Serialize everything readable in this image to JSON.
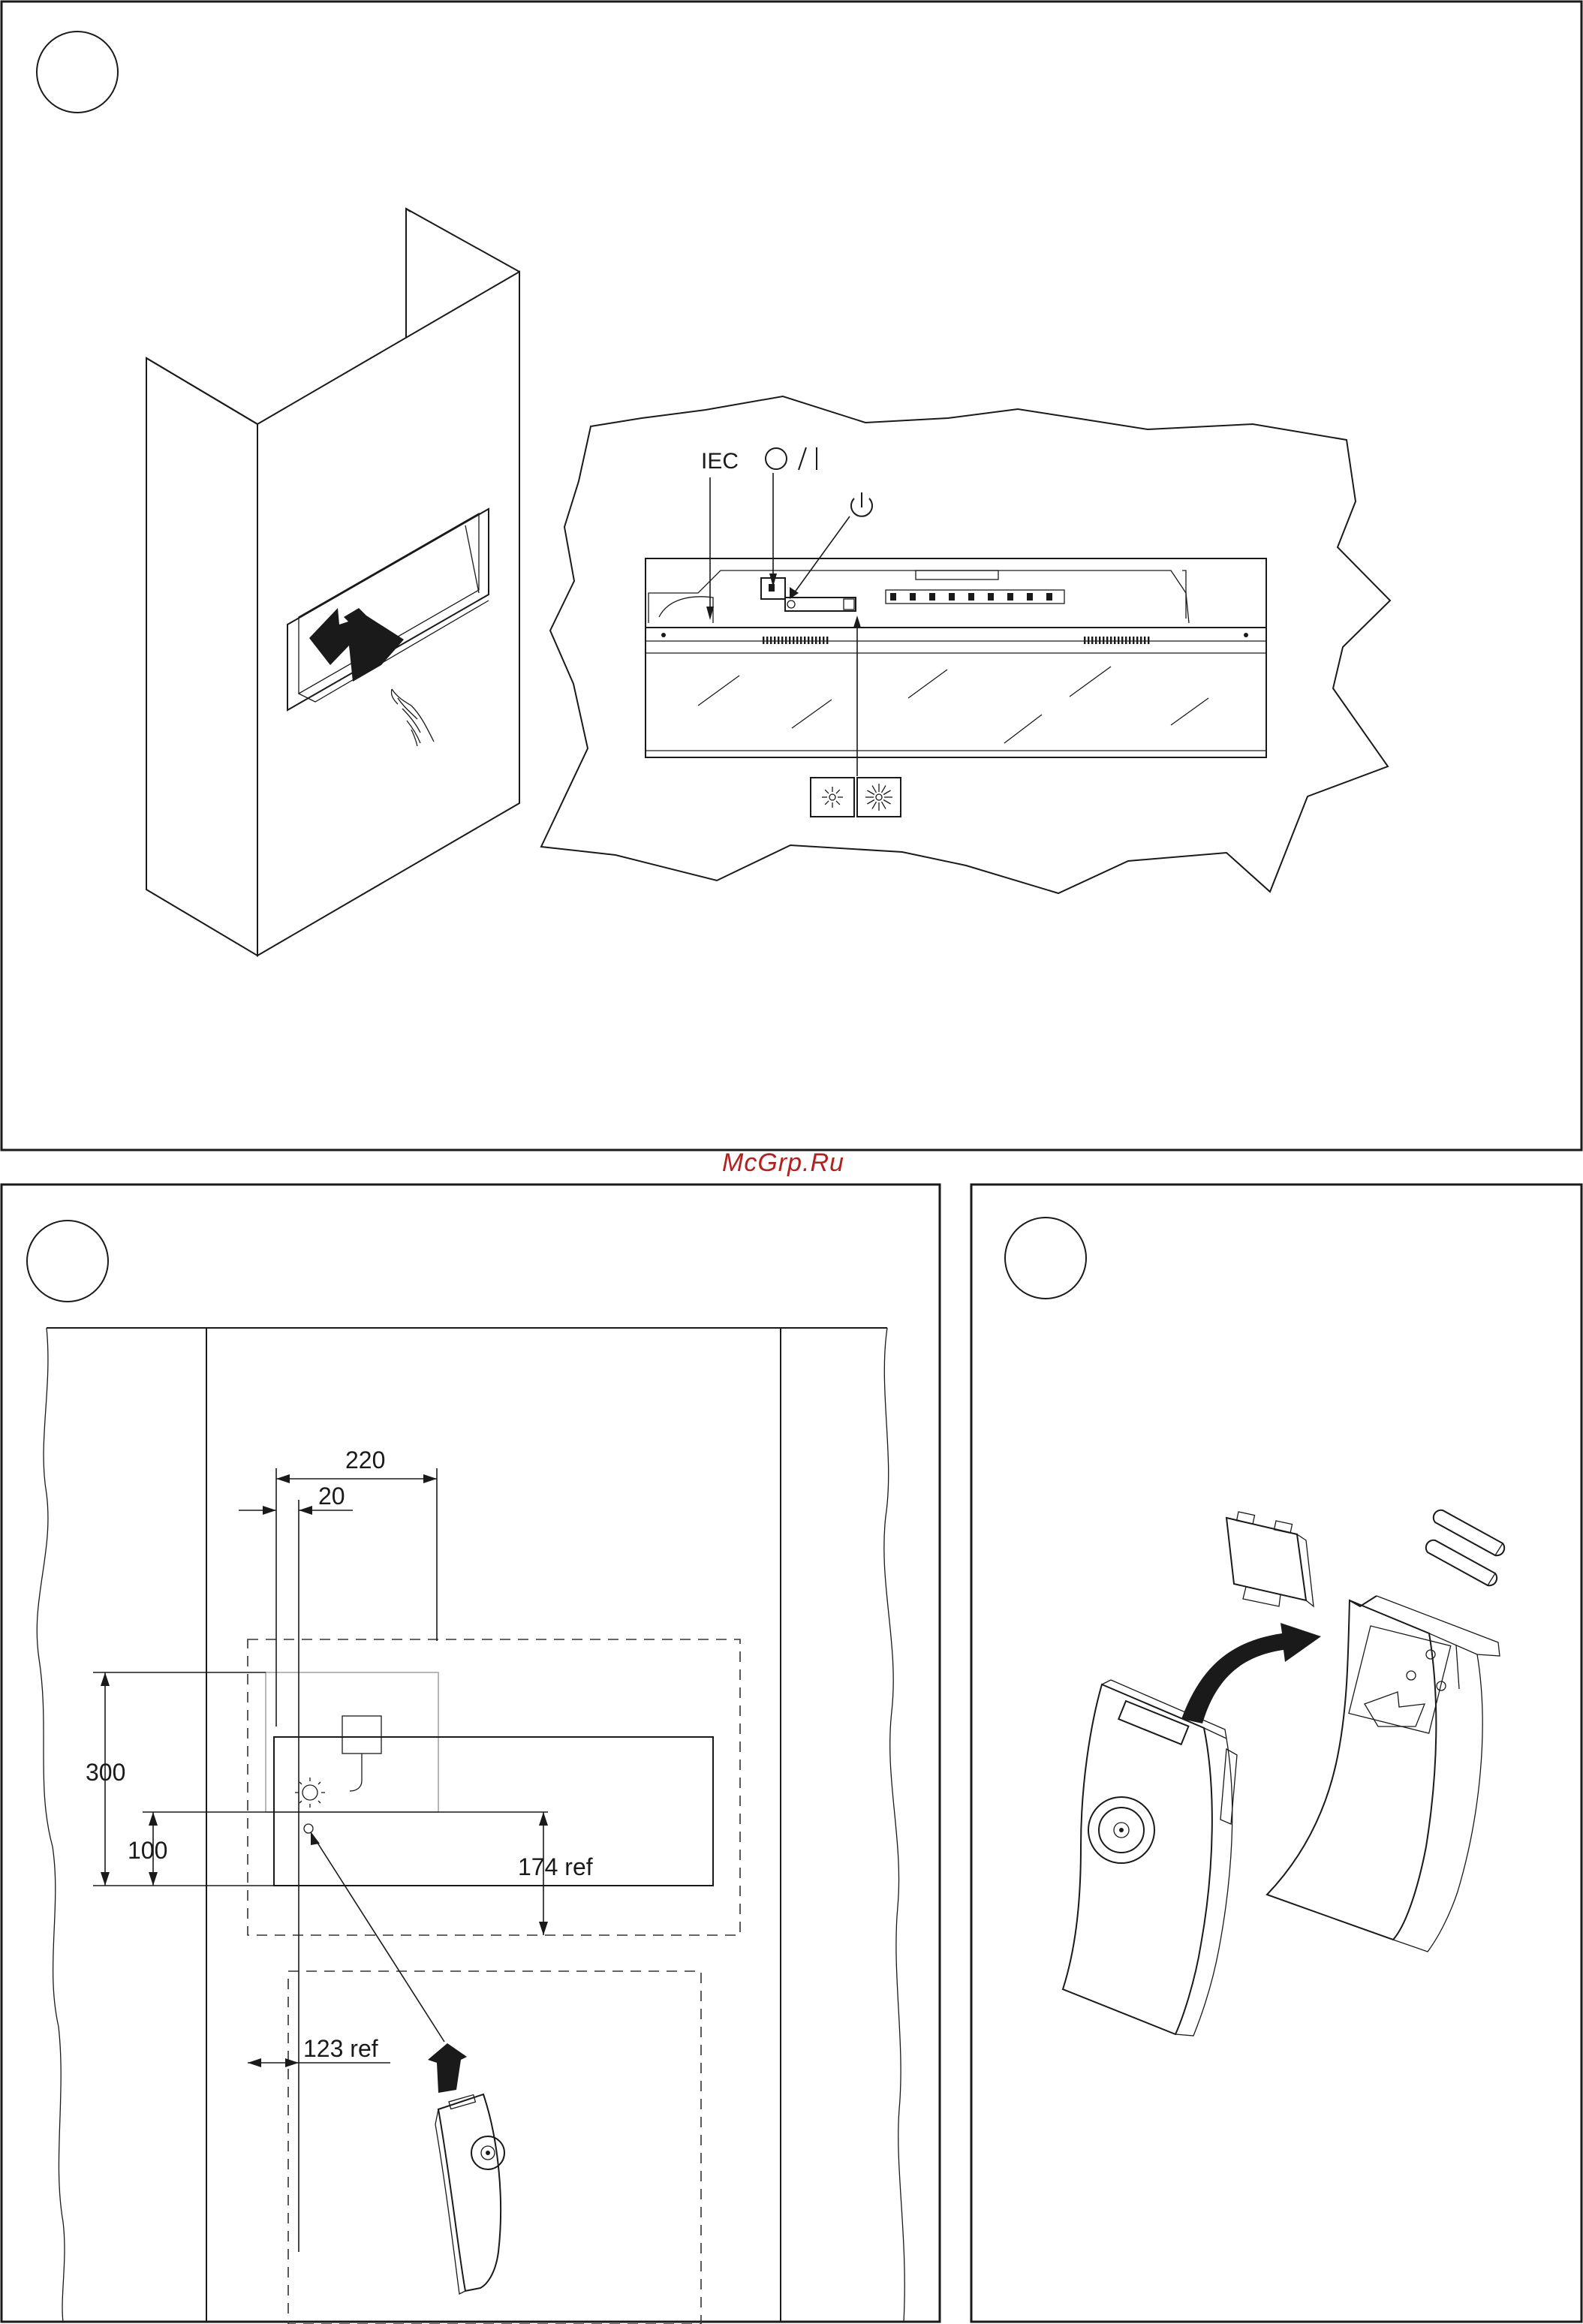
{
  "watermark": "McGrp.Ru",
  "panel_top": {
    "labels": {
      "iec": "IEC",
      "power_switch": "O / I",
      "standby_icon": "power-standby-icon",
      "button_left": "button-flame-icon",
      "button_right": "button-flame-bright-icon"
    }
  },
  "panel_bottom_left": {
    "dimensions": {
      "width_220": "220",
      "offset_20": "20",
      "height_300": "300",
      "height_100": "100",
      "ref_174": "174 ref",
      "ref_123": "123 ref"
    }
  },
  "panel_bottom_right": {
    "parts": [
      "remote-control",
      "battery-cover",
      "aaa-batteries"
    ]
  },
  "colors": {
    "line": "#1a1a1a",
    "watermark": "#b32020",
    "arrow": "#1a1a1a"
  }
}
